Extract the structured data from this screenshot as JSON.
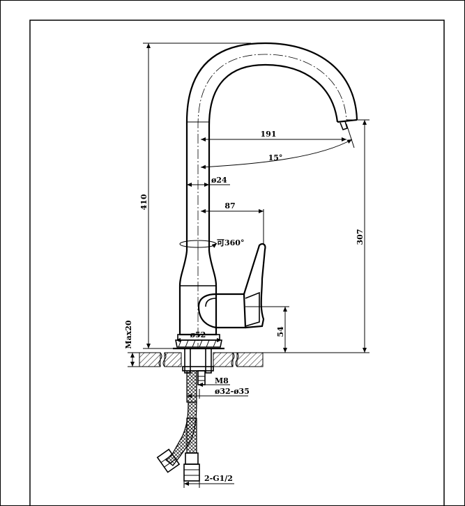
{
  "dimensions": {
    "height_total": "410",
    "spout_reach": "191",
    "tilt_angle": "15°",
    "body_diameter": "ø24",
    "handle_reach": "87",
    "rotation": "可360°",
    "spout_height": "307",
    "base_height": "54",
    "base_diameter": "ø52",
    "max_thickness": "Max20",
    "stud_thread": "M8",
    "hole_range": "ø32-ø35",
    "hose_thread": "2-G1/2"
  }
}
